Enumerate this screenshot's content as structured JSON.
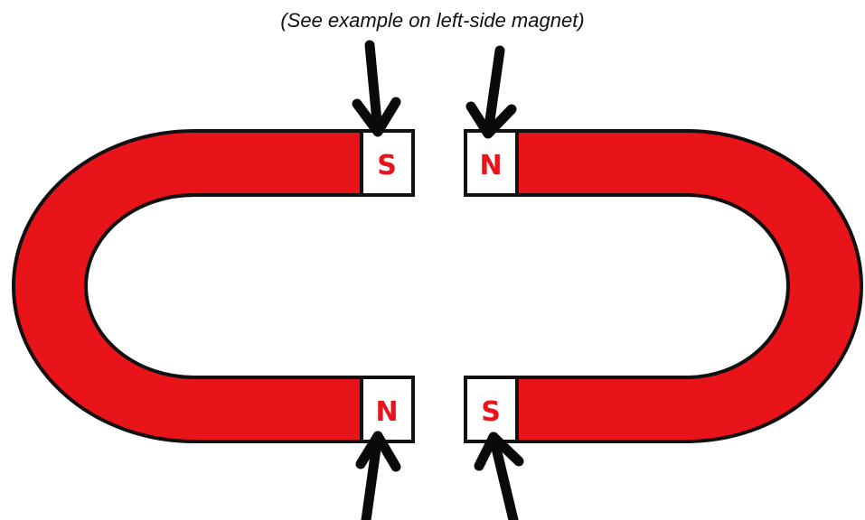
{
  "caption": "(See example on left-side magnet)",
  "magnets": {
    "left": {
      "top_pole": "S",
      "bottom_pole": "N"
    },
    "right": {
      "top_pole": "N",
      "bottom_pole": "S"
    }
  },
  "colors": {
    "magnet_body": "#e8141a",
    "outline": "#111111",
    "pole_label": "#e8141a",
    "pole_cap": "#ffffff",
    "arrow": "#0a0a0a"
  }
}
